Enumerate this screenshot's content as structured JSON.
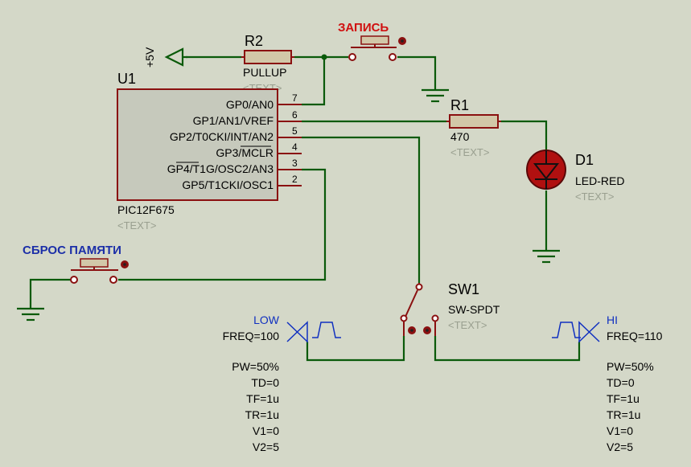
{
  "colors": {
    "background": "#d4d8c8",
    "wire": "#0a5a0a",
    "component_outline": "#8a1010",
    "ic_fill": "#c6c9bc",
    "resistor_fill": "#d2c7a8",
    "led_fill": "#b01010",
    "button_label_red": "#d01010",
    "button_label_blue": "#1c2fa8",
    "generator_name": "#1030c0",
    "placeholder_text": "#9aa090"
  },
  "ic": {
    "ref": "U1",
    "part": "PIC12F675",
    "text_placeholder": "<TEXT>",
    "pins": [
      {
        "num": "7",
        "name": "GP0/AN0"
      },
      {
        "num": "6",
        "name": "GP1/AN1/VREF"
      },
      {
        "num": "5",
        "name": "GP2/T0CKI/INT/AN2"
      },
      {
        "num": "4",
        "name": "GP3/MCLR"
      },
      {
        "num": "3",
        "name": "GP4/T1G/OSC2/AN3"
      },
      {
        "num": "2",
        "name": "GP5/T1CKI/OSC1"
      }
    ]
  },
  "power": {
    "label": "+5V"
  },
  "r2": {
    "ref": "R2",
    "value": "PULLUP",
    "text_placeholder": "<TEXT>"
  },
  "r1": {
    "ref": "R1",
    "value": "470",
    "text_placeholder": "<TEXT>"
  },
  "d1": {
    "ref": "D1",
    "value": "LED-RED",
    "text_placeholder": "<TEXT>"
  },
  "sw1": {
    "ref": "SW1",
    "value": "SW-SPDT",
    "text_placeholder": "<TEXT>"
  },
  "btn_write": {
    "label": "ЗАПИСЬ"
  },
  "btn_reset": {
    "label": "СБРОС ПАМЯТИ"
  },
  "gen_low": {
    "name": "LOW",
    "params": [
      "FREQ=100",
      "PW=50%",
      "TD=0",
      "TF=1u",
      "TR=1u",
      "V1=0",
      "V2=5"
    ]
  },
  "gen_hi": {
    "name": "HI",
    "params": [
      "FREQ=110",
      "PW=50%",
      "TD=0",
      "TF=1u",
      "TR=1u",
      "V1=0",
      "V2=5"
    ]
  }
}
